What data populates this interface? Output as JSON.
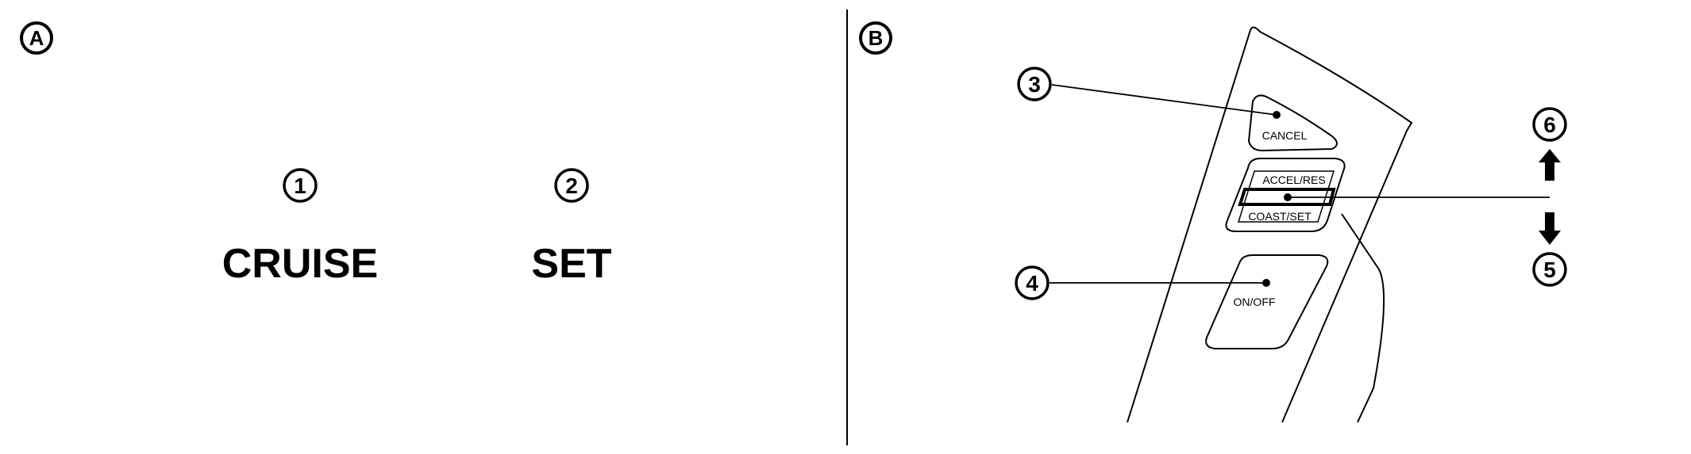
{
  "panels": {
    "a": {
      "marker": "A"
    },
    "b": {
      "marker": "B"
    }
  },
  "indicators": [
    {
      "number": "1",
      "label": "CRUISE"
    },
    {
      "number": "2",
      "label": "SET"
    }
  ],
  "callouts": {
    "cancel": "3",
    "onoff": "4",
    "down": "5",
    "up": "6"
  },
  "switch_labels": {
    "cancel": "CANCEL",
    "accel_res": "ACCEL/RES",
    "coast_set": "COAST/SET",
    "on_off": "ON/OFF"
  }
}
